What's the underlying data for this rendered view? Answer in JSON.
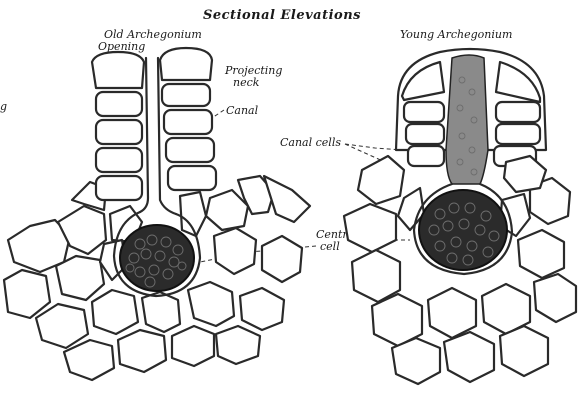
{
  "title": "Sectional Elevations",
  "labels": {
    "old_archegonium": "Old Archegonium",
    "opening": "Opening",
    "projecting_neck_1": "Projecting",
    "projecting_neck_2": "neck",
    "canal": "Canal",
    "young_archegonium": "Young Archegonium",
    "canal_cells": "Canal cells",
    "central_cell_1": "Central",
    "central_cell_2": "cell",
    "edge_fragment": "g"
  },
  "colors": {
    "ink": "#2a2a2a",
    "egg_fill": "#2b2b2b",
    "canal_cell_fill": "#8a8a8a",
    "paper": "#ffffff"
  }
}
